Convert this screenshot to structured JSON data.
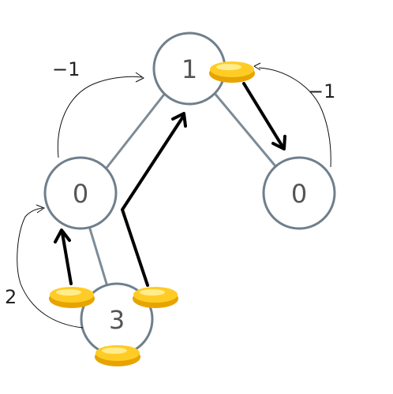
{
  "nodes": [
    {
      "id": "root",
      "label": "1"
    },
    {
      "id": "left",
      "label": "0"
    },
    {
      "id": "right",
      "label": "0"
    },
    {
      "id": "bottom",
      "label": "3"
    }
  ],
  "annotations": {
    "left_edge_move": "−1",
    "right_edge_move": "−1",
    "bottom_edge_move": "2"
  },
  "colors": {
    "node_stroke": "#6f7f8c",
    "edge": "#7d8b96",
    "coin": "#ffcc26",
    "arrow": "#000000"
  }
}
